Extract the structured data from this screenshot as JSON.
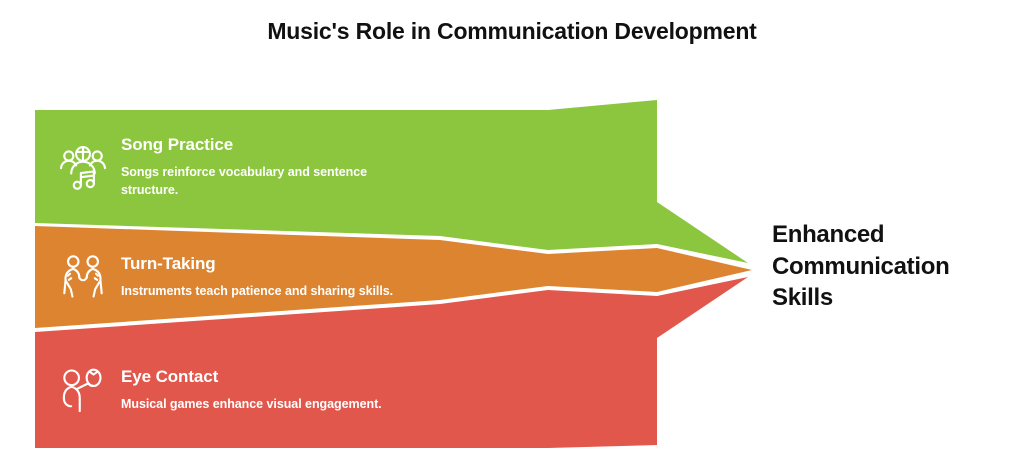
{
  "title": "Music's Role in Communication Development",
  "outcome": {
    "label": "Enhanced Communication Skills"
  },
  "colors": {
    "green": "#8CC63E",
    "orange": "#DD8430",
    "red": "#E2574C",
    "title_text": "#111111",
    "band_text": "#FFFFFF",
    "background": "#FFFFFF"
  },
  "bands": [
    {
      "heading": "Song Practice",
      "description": "Songs reinforce vocabulary and sentence structure.",
      "color": "#8CC63E",
      "icon": "group-singing-icon"
    },
    {
      "heading": "Turn-Taking",
      "description": "Instruments teach patience and sharing skills.",
      "color": "#DD8430",
      "icon": "two-people-sharing-icon"
    },
    {
      "heading": "Eye Contact",
      "description": "Musical games enhance visual engagement.",
      "color": "#E2574C",
      "icon": "person-with-balloon-icon"
    }
  ]
}
